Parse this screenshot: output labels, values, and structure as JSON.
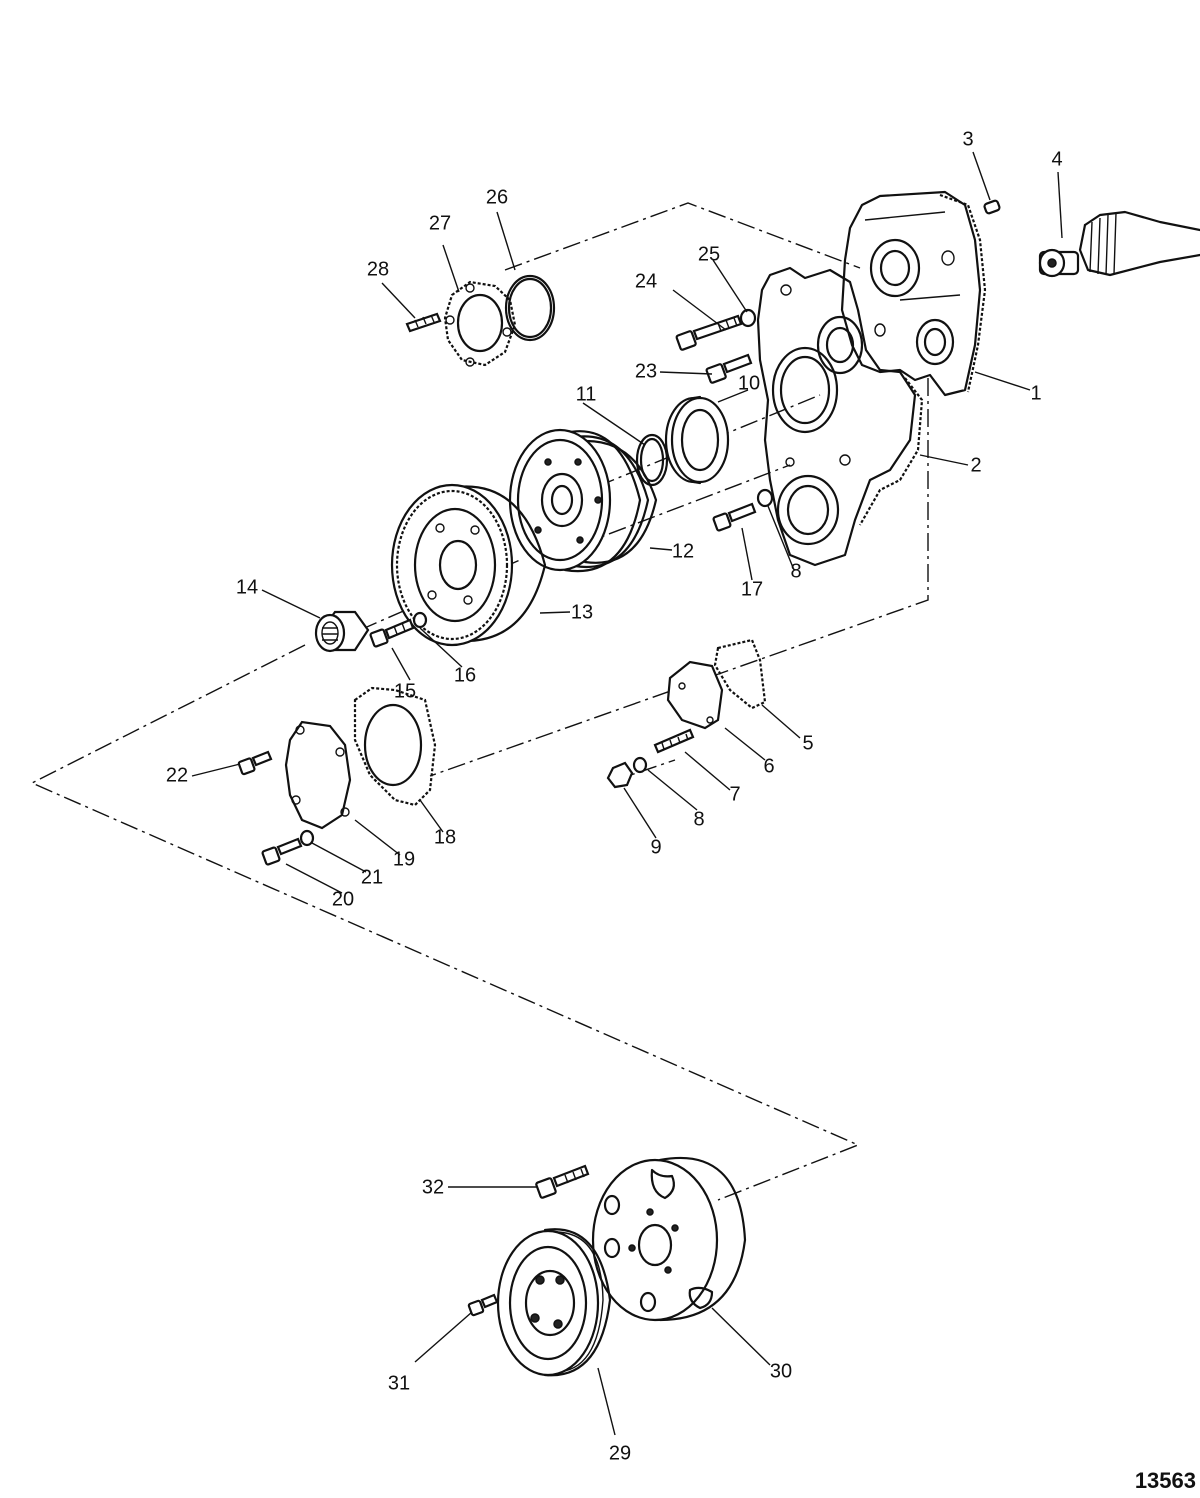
{
  "document_number": "13563",
  "callouts": {
    "p1": "1",
    "p2": "2",
    "p3": "3",
    "p4": "4",
    "p5": "5",
    "p6": "6",
    "p7": "7",
    "p8a": "8",
    "p8b": "8",
    "p9": "9",
    "p10": "10",
    "p11": "11",
    "p12": "12",
    "p13": "13",
    "p14": "14",
    "p15": "15",
    "p16": "16",
    "p17": "17",
    "p18": "18",
    "p19": "19",
    "p20": "20",
    "p21": "21",
    "p22": "22",
    "p23": "23",
    "p24": "24",
    "p25": "25",
    "p26": "26",
    "p27": "27",
    "p28": "28",
    "p29": "29",
    "p30": "30",
    "p31": "31",
    "p32": "32"
  }
}
